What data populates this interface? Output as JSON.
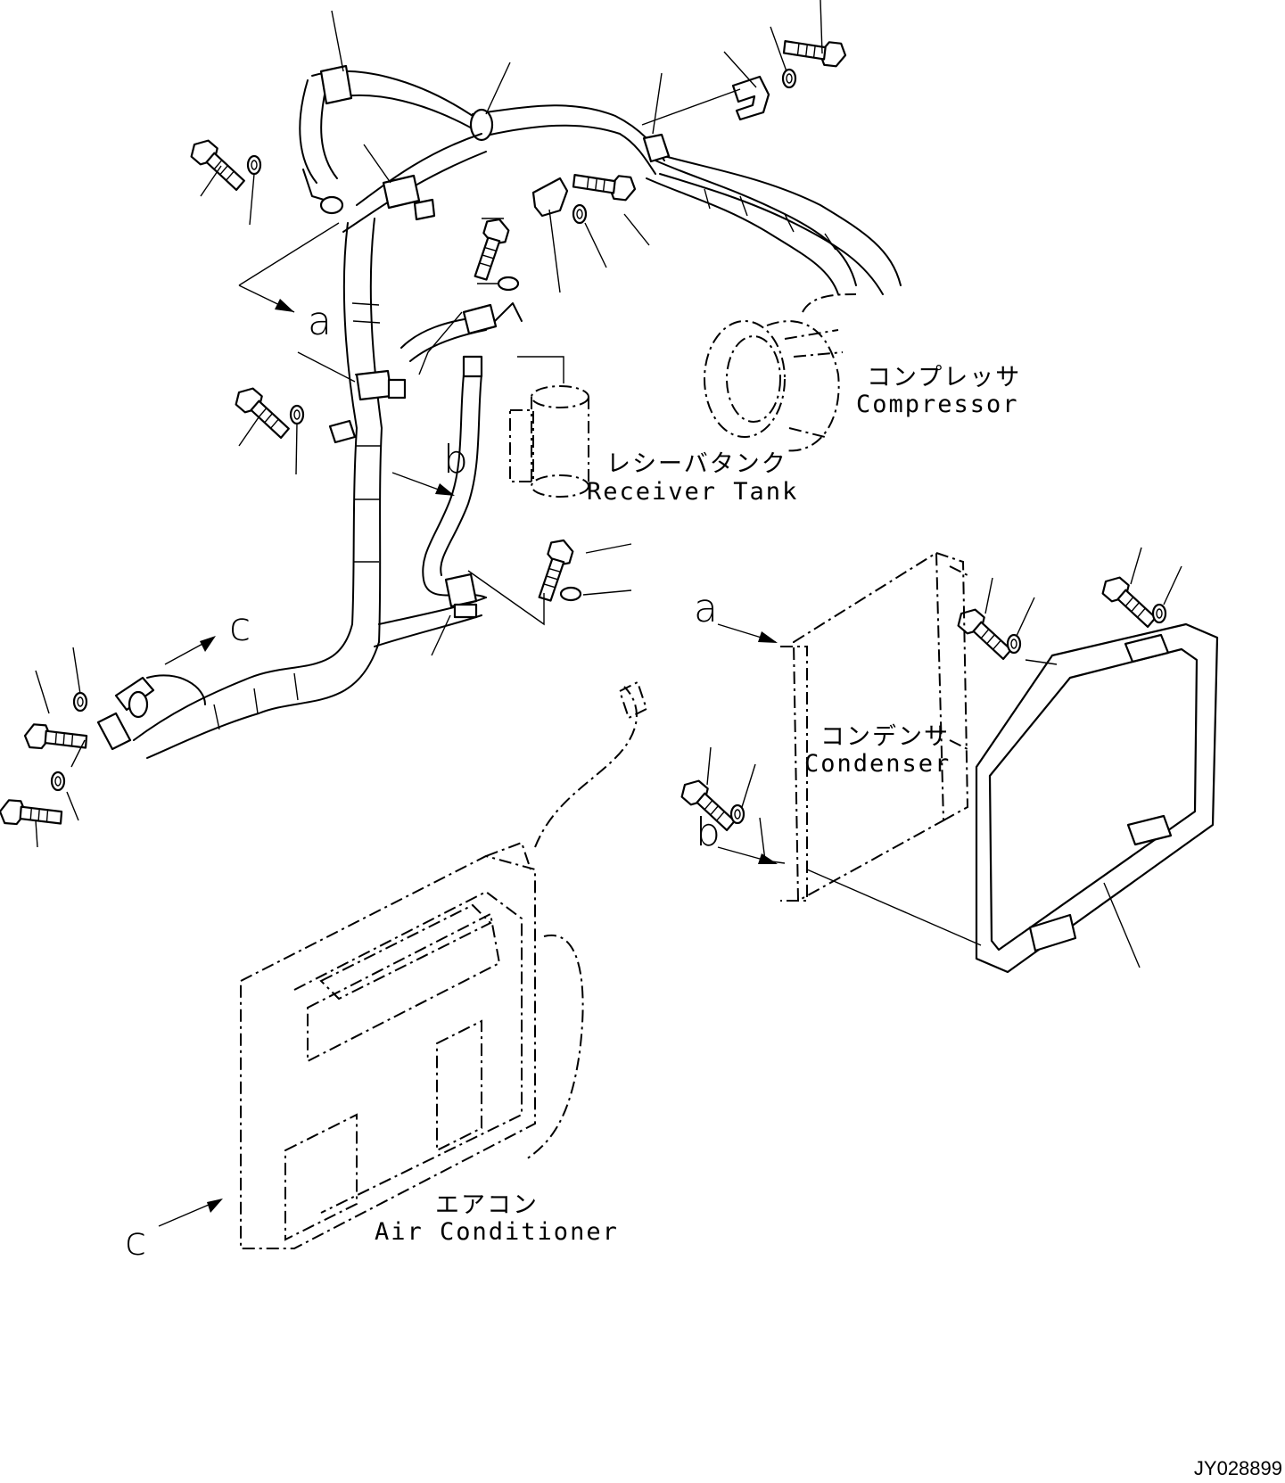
{
  "labels": {
    "compressor_jp": "コンプレッサ",
    "compressor_en": "Compressor",
    "receiver_jp": "レシーバタンク",
    "receiver_en": "Receiver Tank",
    "condenser_jp": "コンデンサ",
    "condenser_en": "Condenser",
    "aircon_jp": "エアコン",
    "aircon_en": "Air Conditioner"
  },
  "view_markers": {
    "a": "a",
    "b": "b",
    "c": "c"
  },
  "drawing_code": "JY028899"
}
